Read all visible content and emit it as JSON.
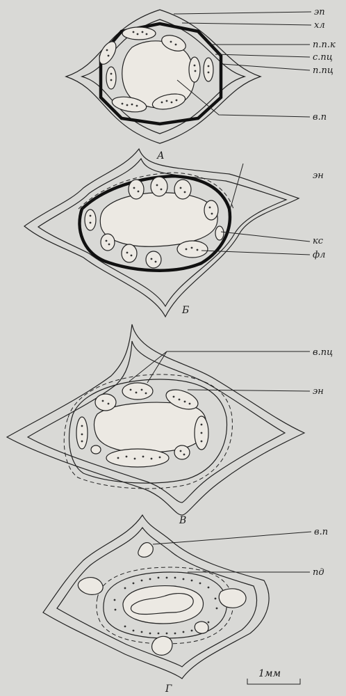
{
  "panels": [
    {
      "id": "A",
      "caption": "А",
      "labels": [
        "эп",
        "хл",
        "п.п.к",
        "с.пц",
        "п.пц",
        "в.п"
      ]
    },
    {
      "id": "B",
      "caption": "Б",
      "labels": [
        "эн",
        "кс",
        "фл"
      ]
    },
    {
      "id": "C",
      "caption": "В",
      "labels": [
        "в.пц",
        "эн"
      ]
    },
    {
      "id": "D",
      "caption": "Г",
      "labels": [
        "в.п",
        "пд"
      ]
    }
  ],
  "scale_bar": {
    "label": "1мм"
  }
}
